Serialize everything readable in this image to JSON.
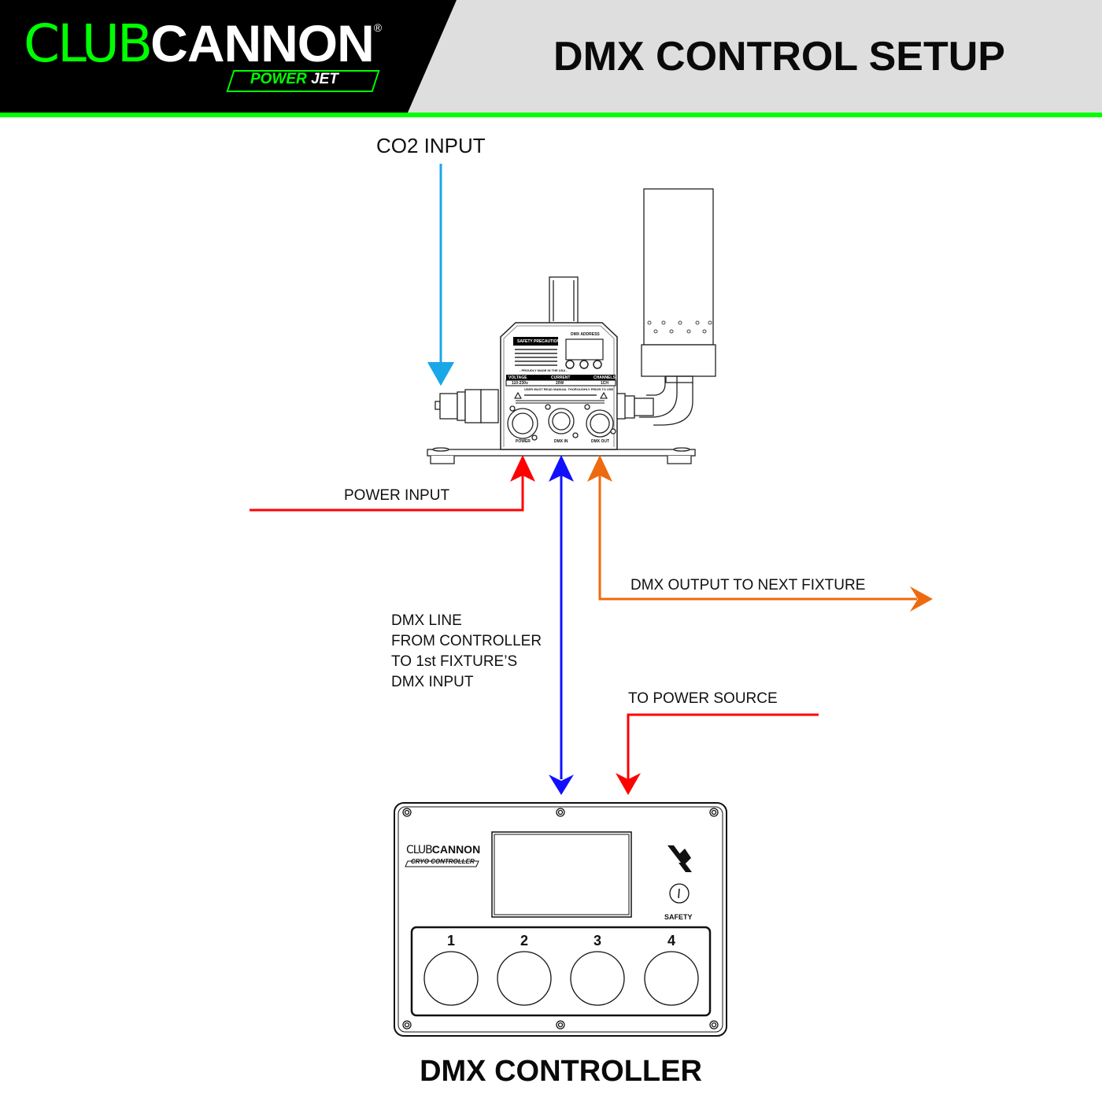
{
  "header": {
    "brand_light": "CLUB",
    "brand_bold": "CANNON",
    "registered_mark": "®",
    "product_line_a": "POWER",
    "product_line_b": "JET",
    "title": "DMX CONTROL SETUP"
  },
  "colors": {
    "brand_green": "#00ff00",
    "co2_line": "#1aa7e8",
    "power_line": "#ff0000",
    "dmx_in_line": "#1010ff",
    "dmx_out_line": "#ee6a10",
    "header_bg": "#dedede"
  },
  "labels": {
    "co2_input": "CO2 INPUT",
    "power_input": "POWER INPUT",
    "dmx_output": "DMX OUTPUT TO NEXT FIXTURE",
    "dmx_line": "DMX LINE\nFROM CONTROLLER\nTO 1st FIXTURE’S\nDMX INPUT",
    "to_power_source": "TO POWER SOURCE",
    "controller_title": "DMX CONTROLLER"
  },
  "fixture": {
    "safety_heading": "SAFETY PRECAUTIONS",
    "model": "DMX ADDRESS",
    "made_in": "- PROUDLY MADE IN THE USA -",
    "spec_headers": [
      "VOLTAGE",
      "CURRENT",
      "CHANNELS"
    ],
    "spec_values": [
      "110-230v",
      "20W",
      "1CH"
    ],
    "warning": "USER MUST READ MANUAL THOROUGHLY PRIOR TO USE",
    "ports": [
      "POWER",
      "DMX IN",
      "DMX OUT"
    ]
  },
  "controller": {
    "brand_light": "CLUB",
    "brand_bold": "CANNON",
    "sub_brand": "CRYO CONTROLLER",
    "safety_label": "SAFETY",
    "buttons": [
      "1",
      "2",
      "3",
      "4"
    ]
  }
}
